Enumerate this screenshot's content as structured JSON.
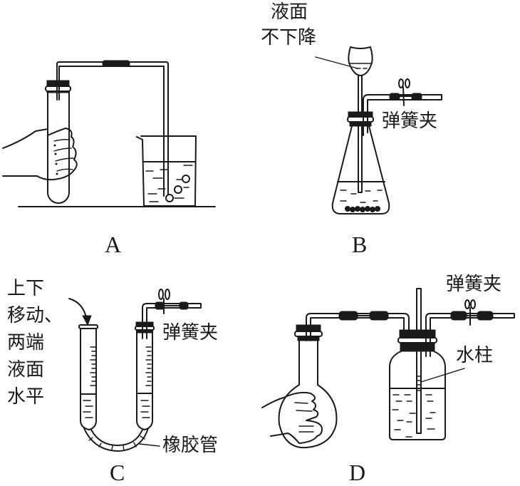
{
  "figure": {
    "panels": [
      {
        "letter": "A",
        "description": "hand holding test tube, gas bubbles into beaker"
      },
      {
        "letter": "B",
        "description": "conical flask with funnel and spring clamp"
      },
      {
        "letter": "C",
        "description": "U-shaped graduated tubes joined by rubber tube"
      },
      {
        "letter": "D",
        "description": "round flask warmed by hands, gas bottle with water column"
      }
    ],
    "labels": {
      "b_liquid_line1": "液面",
      "b_liquid_line2": "不下降",
      "b_clamp": "弹簧夹",
      "c_move_line1": "上下",
      "c_move_line2": "移动、",
      "c_move_line3": "两端",
      "c_move_line4": "液面",
      "c_move_line5": "水平",
      "c_clamp": "弹簧夹",
      "c_rubber_tube": "橡胶管",
      "d_clamp": "弹簧夹",
      "d_water_column": "水柱"
    }
  }
}
